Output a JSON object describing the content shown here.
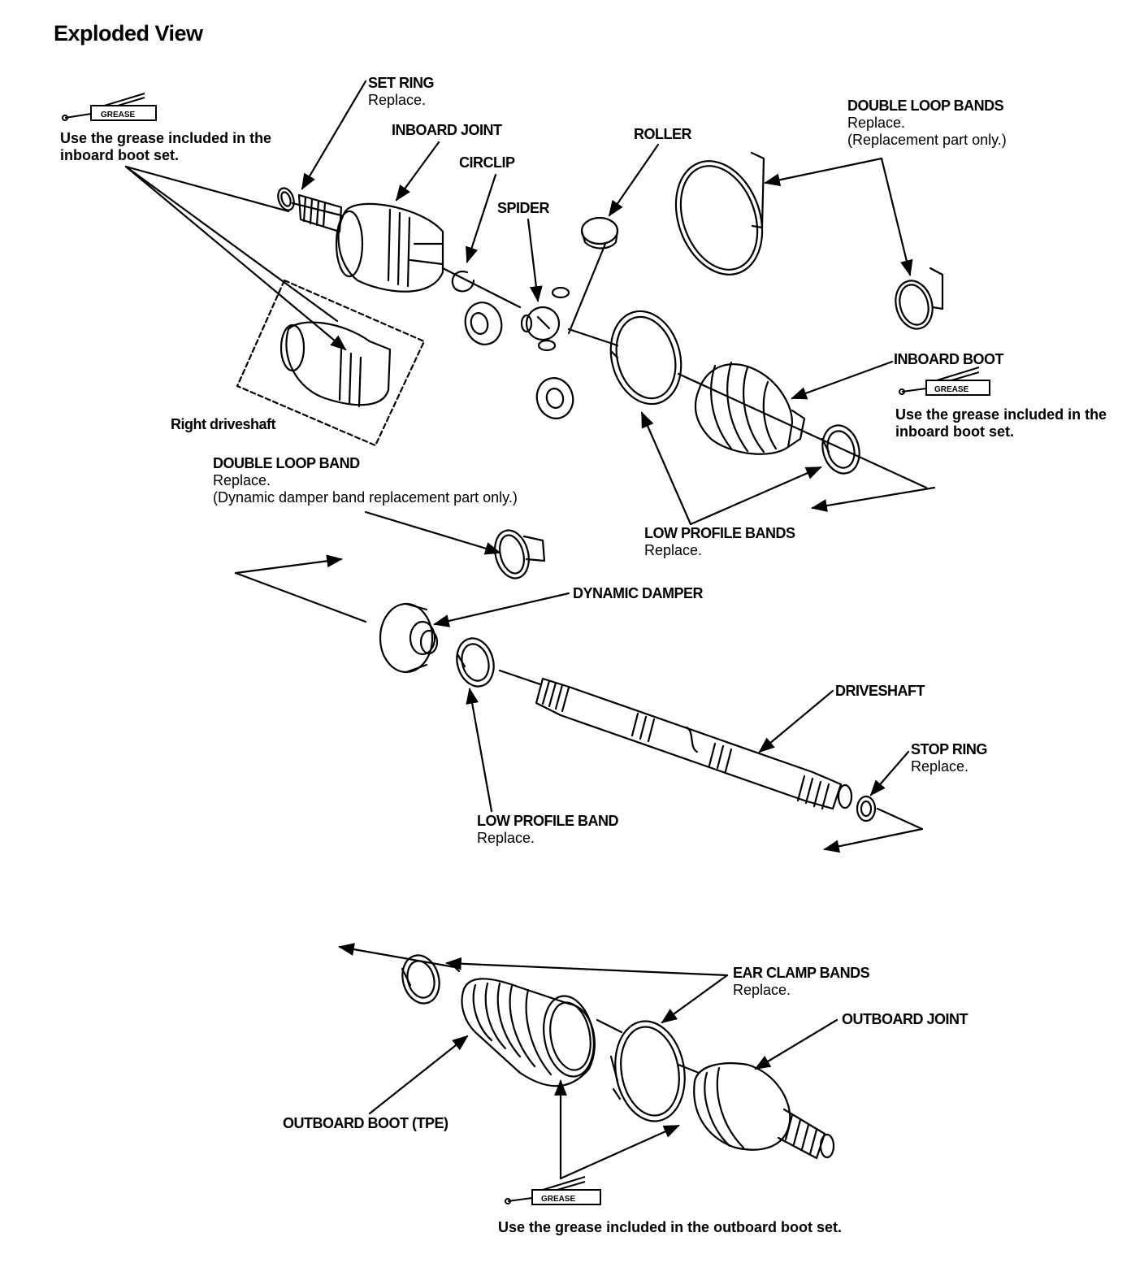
{
  "title": "Exploded View",
  "grease_tag": "GREASE",
  "labels": {
    "set_ring": {
      "name": "SET RING",
      "note": "Replace."
    },
    "grease_inboard_top": "Use the grease included in the inboard boot set.",
    "inboard_joint": "INBOARD JOINT",
    "circlip": "CIRCLIP",
    "roller": "ROLLER",
    "spider": "SPIDER",
    "double_loop_bands": {
      "name": "DOUBLE LOOP BANDS",
      "note": "Replace.",
      "note2": "(Replacement part only.)"
    },
    "inboard_boot": "INBOARD BOOT",
    "grease_inboard_right": "Use the grease included in the inboard boot set.",
    "right_driveshaft": "Right driveshaft",
    "double_loop_band": {
      "name": "DOUBLE LOOP BAND",
      "note": "Replace.",
      "note2": "(Dynamic damper band replacement part only.)"
    },
    "low_profile_bands": {
      "name": "LOW PROFILE BANDS",
      "note": "Replace."
    },
    "dynamic_damper": "DYNAMIC DAMPER",
    "driveshaft": "DRIVESHAFT",
    "stop_ring": {
      "name": "STOP RING",
      "note": "Replace."
    },
    "low_profile_band": {
      "name": "LOW PROFILE BAND",
      "note": "Replace."
    },
    "ear_clamp_bands": {
      "name": "EAR CLAMP BANDS",
      "note": "Replace."
    },
    "outboard_joint": "OUTBOARD JOINT",
    "outboard_boot": "OUTBOARD BOOT (TPE)",
    "grease_outboard": "Use the grease included in the outboard boot set."
  }
}
